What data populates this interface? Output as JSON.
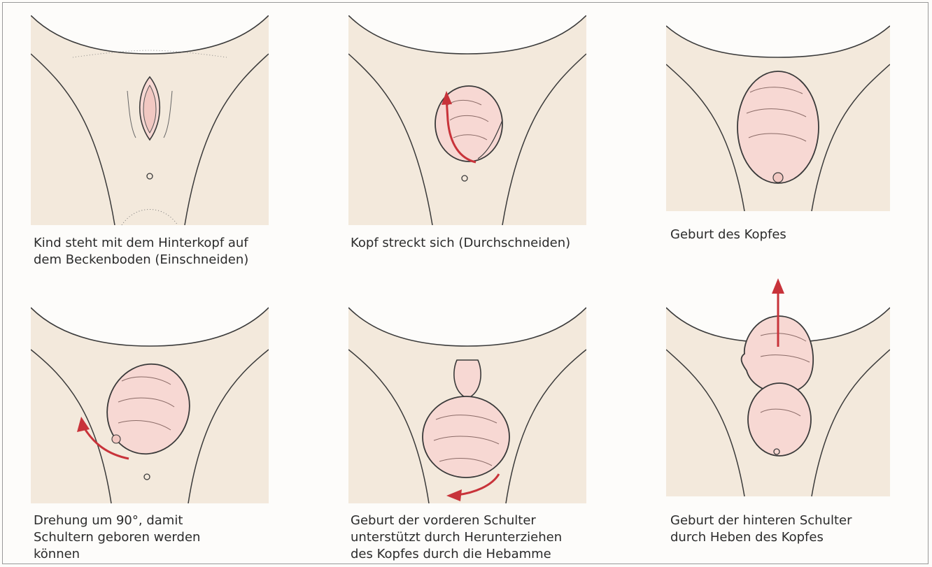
{
  "figure": {
    "panels": [
      {
        "caption": [
          "Kind steht mit dem Hinterkopf auf",
          "dem Beckenboden (Einschneiden)"
        ]
      },
      {
        "caption": [
          "Kopf streckt sich (Durchschneiden)"
        ]
      },
      {
        "caption": [
          "Geburt des Kopfes"
        ]
      },
      {
        "caption": [
          "Drehung um 90°, damit",
          "Schultern geboren werden",
          "können"
        ]
      },
      {
        "caption": [
          "Geburt der vorderen Schulter",
          "unterstützt durch Herunterziehen",
          "des Kopfes durch die Hebamme"
        ]
      },
      {
        "caption": [
          "Geburt der hinteren Schulter",
          "durch Heben des Kopfes"
        ]
      }
    ],
    "colors": {
      "skin": "#f3e9dc",
      "head": "#f7d8d3",
      "outline": "#3a3a3a",
      "arrow": "#c8333a"
    }
  }
}
